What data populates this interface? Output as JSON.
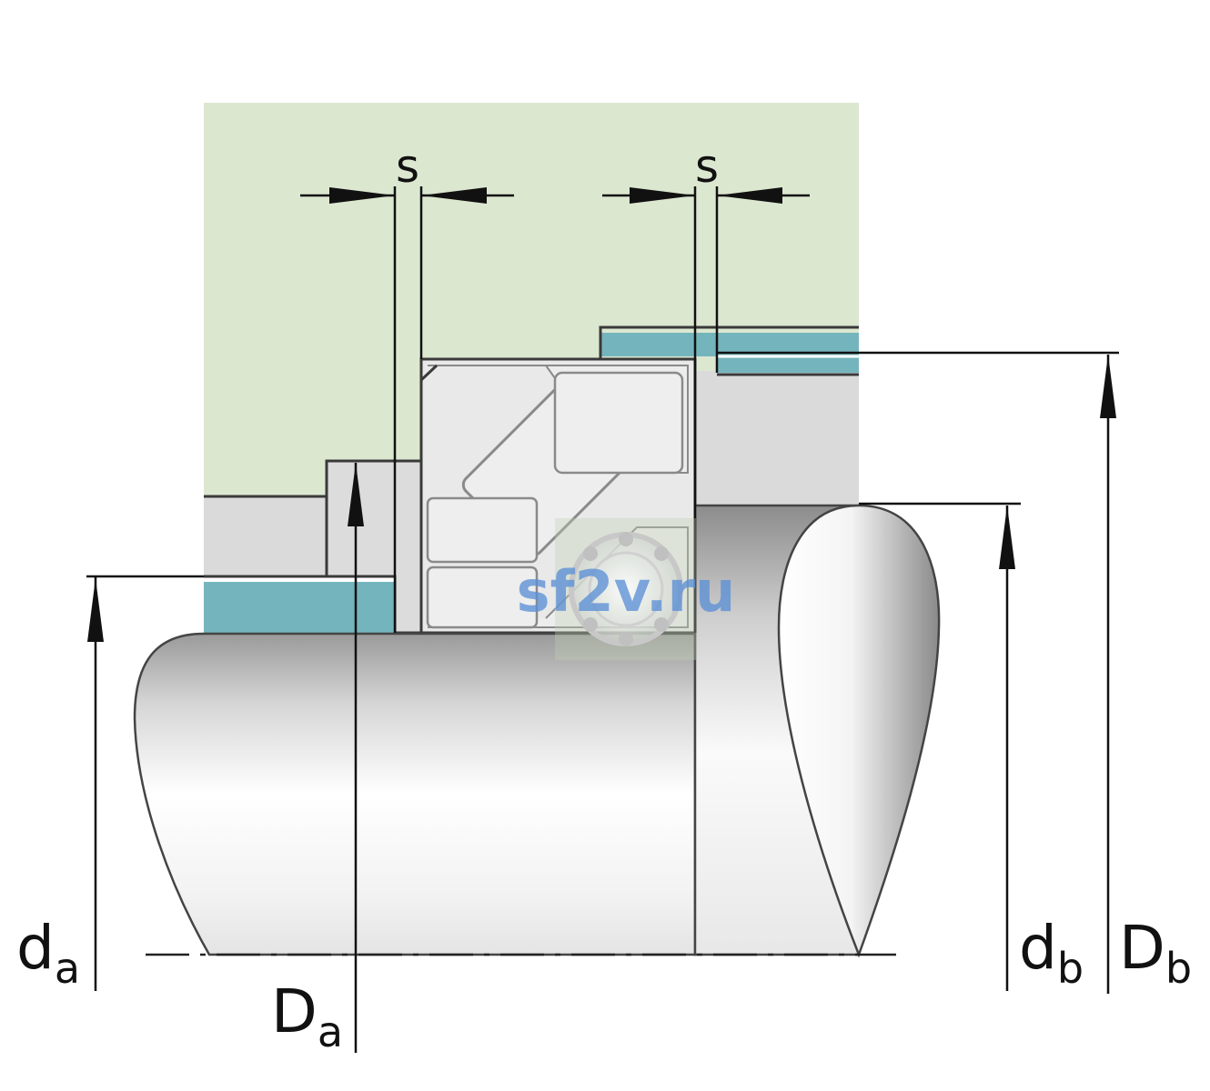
{
  "diagram": {
    "labels": {
      "s_left": "s",
      "s_right": "s",
      "da_main": "d",
      "da_sub": "a",
      "Da_main": "D",
      "Da_sub": "a",
      "db_main": "d",
      "db_sub": "b",
      "Db_main": "D",
      "Db_sub": "b"
    },
    "watermark": "sf2v.ru",
    "colors": {
      "housing": "#dce7d0",
      "seal": "#74b5bd",
      "bearing": "#e9e9e9",
      "spacer": "#dadada",
      "outline": "#3a3a3a"
    }
  }
}
